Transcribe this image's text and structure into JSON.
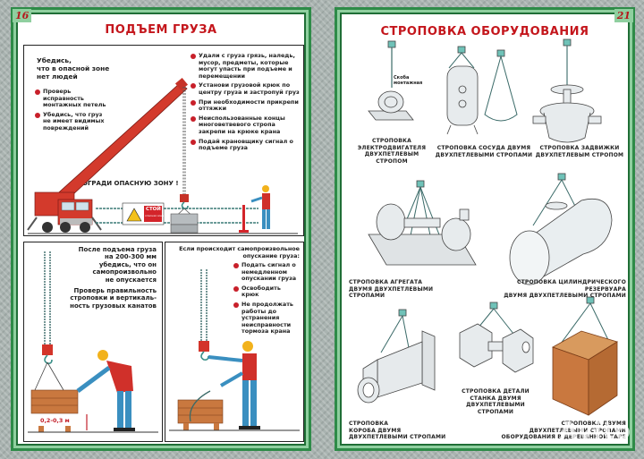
{
  "left_page": {
    "page_number": "16",
    "title": "ПОДЪЕМ ГРУЗА",
    "top_panel": {
      "intro": [
        "Убедись,",
        "что в опасной зоне",
        "нет людей"
      ],
      "left_bullets": [
        "Проверь исправность монтажных петель",
        "Убедись, что груз не имеет видимых повреждений"
      ],
      "right_bullets": [
        "Удали с груза грязь, наледь, мусор, предметы, которые могут упасть при подъеме и перемещении",
        "Установи грузовой крюк по центру груза и застропуй груз",
        "При необходимости прикрепи оттяжки",
        "Неиспользованные концы многоветвевого стропа закрепи на крюке крана",
        "Подай крановщику сигнал о подъеме груза"
      ],
      "fence_label": "ОГРАДИ ОПАСНУЮ ЗОНУ !",
      "stop_sign": {
        "title": "СТОЙ",
        "subtitle": "опасная зона"
      }
    },
    "bottom_left_panel": {
      "text1": [
        "После подъема груза",
        "на 200-300 мм",
        "убедись, что он",
        "самопроизвольно",
        "не опускается"
      ],
      "text2": [
        "Проверь правильность",
        "строповки и вертикаль-",
        "ность грузовых канатов"
      ],
      "height_label": "0,2-0,3 м"
    },
    "bottom_right_panel": {
      "heading": [
        "Если происходит самопроизвольное",
        "опускание груза:"
      ],
      "bullets": [
        "Подать сигнал о немедленном опускании груза",
        "Освободить крюк",
        "Не продолжать работы до устранения неисправности тормоза крана"
      ]
    }
  },
  "right_page": {
    "page_number": "21",
    "title": "СТРОПОВКА ОБОРУДОВАНИЯ",
    "bracket_label": [
      "Скоба",
      "монтажная"
    ],
    "items": [
      {
        "caption": [
          "СТРОПОВКА",
          "ЭЛЕКТРОДВИГАТЕЛЯ",
          "ДВУХПЕТЛЕВЫМ СТРОПОМ"
        ]
      },
      {
        "caption": [
          "СТРОПОВКА СОСУДА ДВУМЯ",
          "ДВУХПЕТЛЕВЫМИ СТРОПАМИ"
        ]
      },
      {
        "caption": [
          "СТРОПОВКА ЗАДВИЖКИ",
          "ДВУХПЕТЛЕВЫМ СТРОПОМ"
        ]
      },
      {
        "caption": [
          "СТРОПОВКА АГРЕГАТА",
          "ДВУМЯ ДВУХПЕТЛЕВЫМИ СТРОПАМИ"
        ]
      },
      {
        "caption": [
          "СТРОПОВКА ЦИЛИНДРИЧЕСКОГО РЕЗЕРВУАРА",
          "ДВУМЯ ДВУХПЕТЛЕВЫМИ СТРОПАМИ"
        ]
      },
      {
        "caption": [
          "СТРОПОВКА",
          "КОРОБА ДВУМЯ",
          "ДВУХПЕТЛЕВЫМИ СТРОПАМИ"
        ]
      },
      {
        "caption": [
          "СТРОПОВКА ДЕТАЛИ",
          "СТАНКА ДВУМЯ",
          "ДВУХПЕТЛЕВЫМИ СТРОПАМИ"
        ]
      },
      {
        "caption": [
          "СТРОПОВКА ДВУМЯ",
          "ДВУХПЕТЛЕВЫМИ СТРОПАМИ",
          "ОБОРУДОВАНИЯ В ДЕРЕВЯННОЙ ТАРЕ"
        ]
      }
    ]
  },
  "watermark": "Avito",
  "colors": {
    "frame_green": "#2e8b48",
    "title_red": "#c4161c",
    "bullet_red": "#c8202a",
    "hook_teal": "#5fb8b0",
    "worker_blue": "#3a8fc0",
    "vest_red": "#d0302a",
    "helmet_yellow": "#f2b21c",
    "crate_wood": "#c9783f"
  }
}
